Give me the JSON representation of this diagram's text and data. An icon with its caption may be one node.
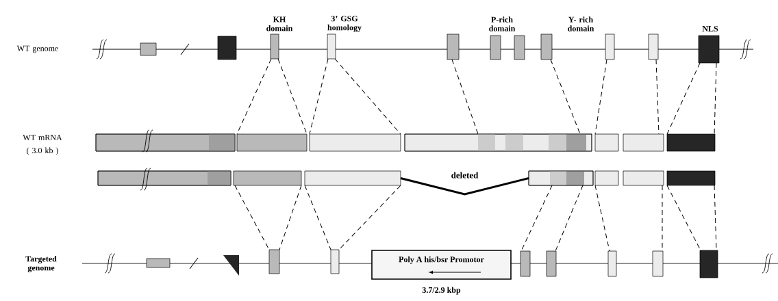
{
  "diagram": {
    "nodes": [
      {
        "text": [],
        "shape": "box"
      },
      {
        "text": [],
        "shape": "box"
      },
      {
        "text": [],
        "shape": "box",
        "beside": [
          "KH domain"
        ]
      },
      {
        "text": [],
        "shape": "box",
        "beside": [
          "3’ GSG homology"
        ]
      },
      {
        "text": [],
        "shape": "box"
      },
      {
        "text": [],
        "shape": "box"
      },
      {
        "text": [],
        "shape": "box"
      },
      {
        "text": [],
        "shape": "box"
      },
      {
        "text": [],
        "shape": "box"
      },
      {
        "text": [],
        "shape": "box"
      },
      {
        "text": [],
        "shape": "box",
        "beside": [
          "NLS"
        ]
      },
      {
        "text": [],
        "shape": "bar"
      },
      {
        "text": [],
        "shape": "bar"
      },
      {
        "text": [],
        "shape": "bar"
      },
      {
        "text": [],
        "shape": "bar"
      },
      {
        "text": [],
        "shape": "bar"
      },
      {
        "text": [],
        "shape": "bar"
      },
      {
        "text": [],
        "shape": "bar"
      },
      {
        "text": [],
        "shape": "bar"
      },
      {
        "text": [],
        "shape": "bar"
      },
      {
        "text": [],
        "shape": "bar"
      },
      {
        "text": [],
        "shape": "bar"
      },
      {
        "text": [],
        "shape": "bar"
      },
      {
        "text": [],
        "shape": "bar"
      },
      {
        "text": [],
        "shape": "bar"
      },
      {
        "text": [],
        "shape": "box"
      },
      {
        "text": [],
        "shape": "triangle"
      },
      {
        "text": [],
        "shape": "box"
      },
      {
        "text": [],
        "shape": "box"
      },
      {
        "text": [
          "Poly A his/bsr Promotor"
        ],
        "beside": [
          "3.7/2.9 kbp"
        ]
      },
      {
        "text": [],
        "shape": "box"
      },
      {
        "text": [],
        "shape": "box"
      },
      {
        "text": [],
        "shape": "box"
      },
      {
        "text": [],
        "shape": "box"
      },
      {
        "text": [],
        "shape": "box"
      }
    ],
    "edges": [
      {
        "from": 2,
        "to": 12,
        "arrow": "none",
        "style": "dashed"
      },
      {
        "from": 2,
        "to": 12,
        "arrow": "none",
        "style": "dashed"
      },
      {
        "from": 3,
        "to": 13,
        "arrow": "none",
        "style": "dashed"
      },
      {
        "from": 3,
        "to": 13,
        "arrow": "none",
        "style": "dashed"
      },
      {
        "from": 4,
        "to": 14,
        "arrow": "none",
        "style": "dashed"
      },
      {
        "from": 7,
        "to": 14,
        "arrow": "none",
        "style": "dashed"
      },
      {
        "from": 8,
        "to": 15,
        "arrow": "none",
        "style": "dashed"
      },
      {
        "from": 9,
        "to": 16,
        "arrow": "none",
        "style": "dashed"
      },
      {
        "from": 10,
        "to": 17,
        "arrow": "none",
        "style": "dashed"
      },
      {
        "from": 10,
        "to": 17,
        "arrow": "none",
        "style": "dashed"
      },
      {
        "from": 20,
        "to": 21,
        "arrow": "none",
        "style": "thick",
        "label": "deleted"
      },
      {
        "from": 19,
        "to": 27,
        "arrow": "none",
        "style": "dashed"
      },
      {
        "from": 19,
        "to": 27,
        "arrow": "none",
        "style": "dashed"
      },
      {
        "from": 20,
        "to": 28,
        "arrow": "none",
        "style": "dashed"
      },
      {
        "from": 20,
        "to": 28,
        "arrow": "none",
        "style": "dashed"
      },
      {
        "from": 21,
        "to": 30,
        "arrow": "none",
        "style": "dashed"
      },
      {
        "from": 21,
        "to": 31,
        "arrow": "none",
        "style": "dashed"
      },
      {
        "from": 22,
        "to": 32,
        "arrow": "none",
        "style": "dashed"
      },
      {
        "from": 23,
        "to": 33,
        "arrow": "none",
        "style": "dashed"
      },
      {
        "from": 24,
        "to": 34,
        "arrow": "none",
        "style": "dashed"
      },
      {
        "from": 24,
        "to": 34,
        "arrow": "none",
        "style": "dashed"
      }
    ],
    "labels": [
      "P-rich domain",
      "Y- rich domain",
      "WT genome",
      "WT mRNA",
      "( 3.0 kb )",
      "Targeted genome"
    ]
  }
}
